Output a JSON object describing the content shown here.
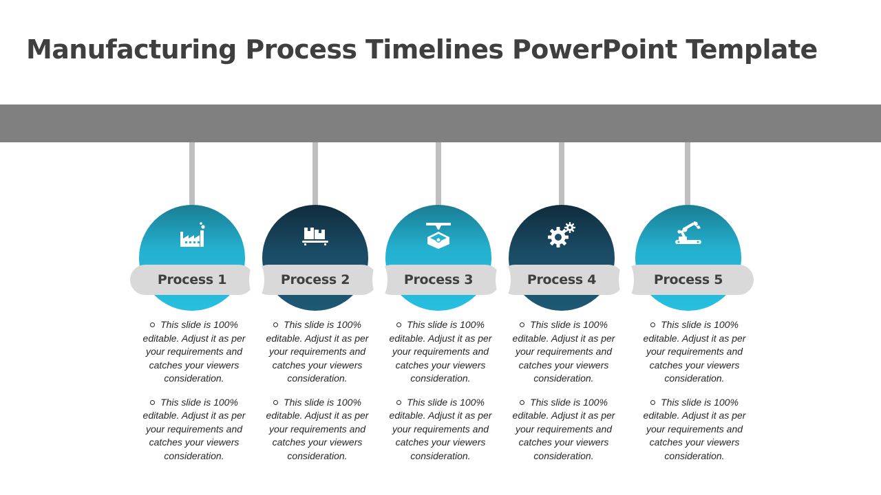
{
  "slide": {
    "title": "Manufacturing Process Timelines PowerPoint Template"
  },
  "colors": {
    "banner": "#808080",
    "stem": "#bfbfbf",
    "teal": "#27bfe0",
    "navy": "#1a4c66",
    "pill": "#d9d9d9",
    "title_text": "#3f3f3f"
  },
  "processes": [
    {
      "label": "Process 1",
      "icon": "factory-icon",
      "tone": "light",
      "bullets": [
        "This slide is 100% editable. Adjust it as per your requirements and catches your viewers consideration.",
        "This slide is 100% editable. Adjust it as per your requirements and catches your viewers consideration."
      ]
    },
    {
      "label": "Process 2",
      "icon": "boxes-on-conveyor-icon",
      "tone": "dark",
      "bullets": [
        "This slide is 100% editable. Adjust it as per your requirements and catches your viewers consideration.",
        "This slide is 100% editable. Adjust it as per your requirements and catches your viewers consideration."
      ]
    },
    {
      "label": "Process 3",
      "icon": "3d-printer-icon",
      "tone": "light",
      "bullets": [
        "This slide is 100% editable. Adjust it as per your requirements and catches your viewers consideration.",
        "This slide is 100% editable. Adjust it as per your requirements and catches your viewers consideration."
      ]
    },
    {
      "label": "Process 4",
      "icon": "gears-icon",
      "tone": "dark",
      "bullets": [
        "This slide is 100% editable. Adjust it as per your requirements and catches your viewers consideration.",
        "This slide is 100% editable. Adjust it as per your requirements and catches your viewers consideration."
      ]
    },
    {
      "label": "Process 5",
      "icon": "robotic-arm-icon",
      "tone": "light",
      "bullets": [
        "This slide is 100% editable. Adjust it as per your requirements and catches your viewers consideration.",
        "This slide is 100% editable. Adjust it as per your requirements and catches your viewers consideration."
      ]
    }
  ]
}
